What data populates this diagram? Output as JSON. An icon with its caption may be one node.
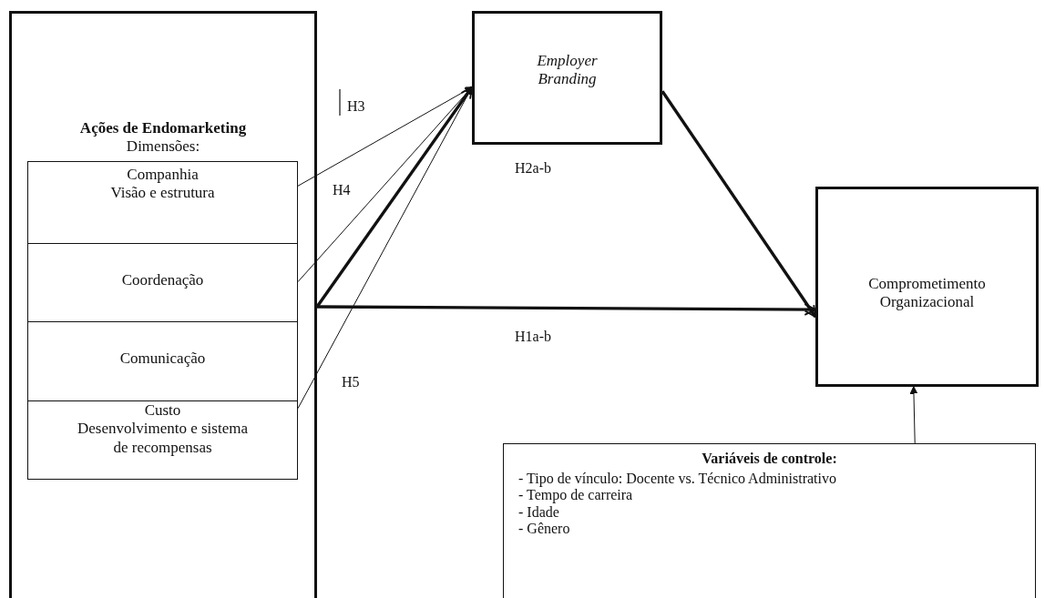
{
  "diagram": {
    "nodes": [
      {
        "text": [
          "Ações de Endomarketing",
          "Dimensões:"
        ]
      },
      {
        "text": [
          "Companhia",
          "Visão e estrutura"
        ],
        "in": 0
      },
      {
        "text": [
          "Coordenação"
        ],
        "in": 0
      },
      {
        "text": [
          "Comunicação"
        ],
        "in": 0
      },
      {
        "text": [
          "Custo",
          "Desenvolvimento e sistema de recompensas"
        ],
        "in": 0
      },
      {
        "text": [
          "Employer Branding"
        ]
      },
      {
        "text": [
          "Comprometimento Organizacional"
        ]
      },
      {
        "text": [
          "Variáveis de controle:",
          "- Tipo de vínculo: Docente vs. Técnico Administrativo",
          "- Tempo de carreira",
          "- Idade",
          "- Gênero"
        ]
      }
    ],
    "edges": [
      {
        "from": 1,
        "to": 5,
        "arrow": "to"
      },
      {
        "from": 2,
        "to": 5,
        "arrow": "to"
      },
      {
        "from": 4,
        "to": 5,
        "arrow": "to"
      },
      {
        "from": 0,
        "to": 5,
        "arrow": "to",
        "style": "thick"
      },
      {
        "from": 0,
        "to": 6,
        "arrow": "to",
        "style": "thick"
      },
      {
        "from": 5,
        "to": 6,
        "arrow": "to",
        "style": "thick"
      },
      {
        "from": 7,
        "to": 6,
        "arrow": "to"
      }
    ],
    "labels": [
      "H3",
      "H2a-b",
      "H4",
      "H1a-b",
      "H5"
    ]
  }
}
